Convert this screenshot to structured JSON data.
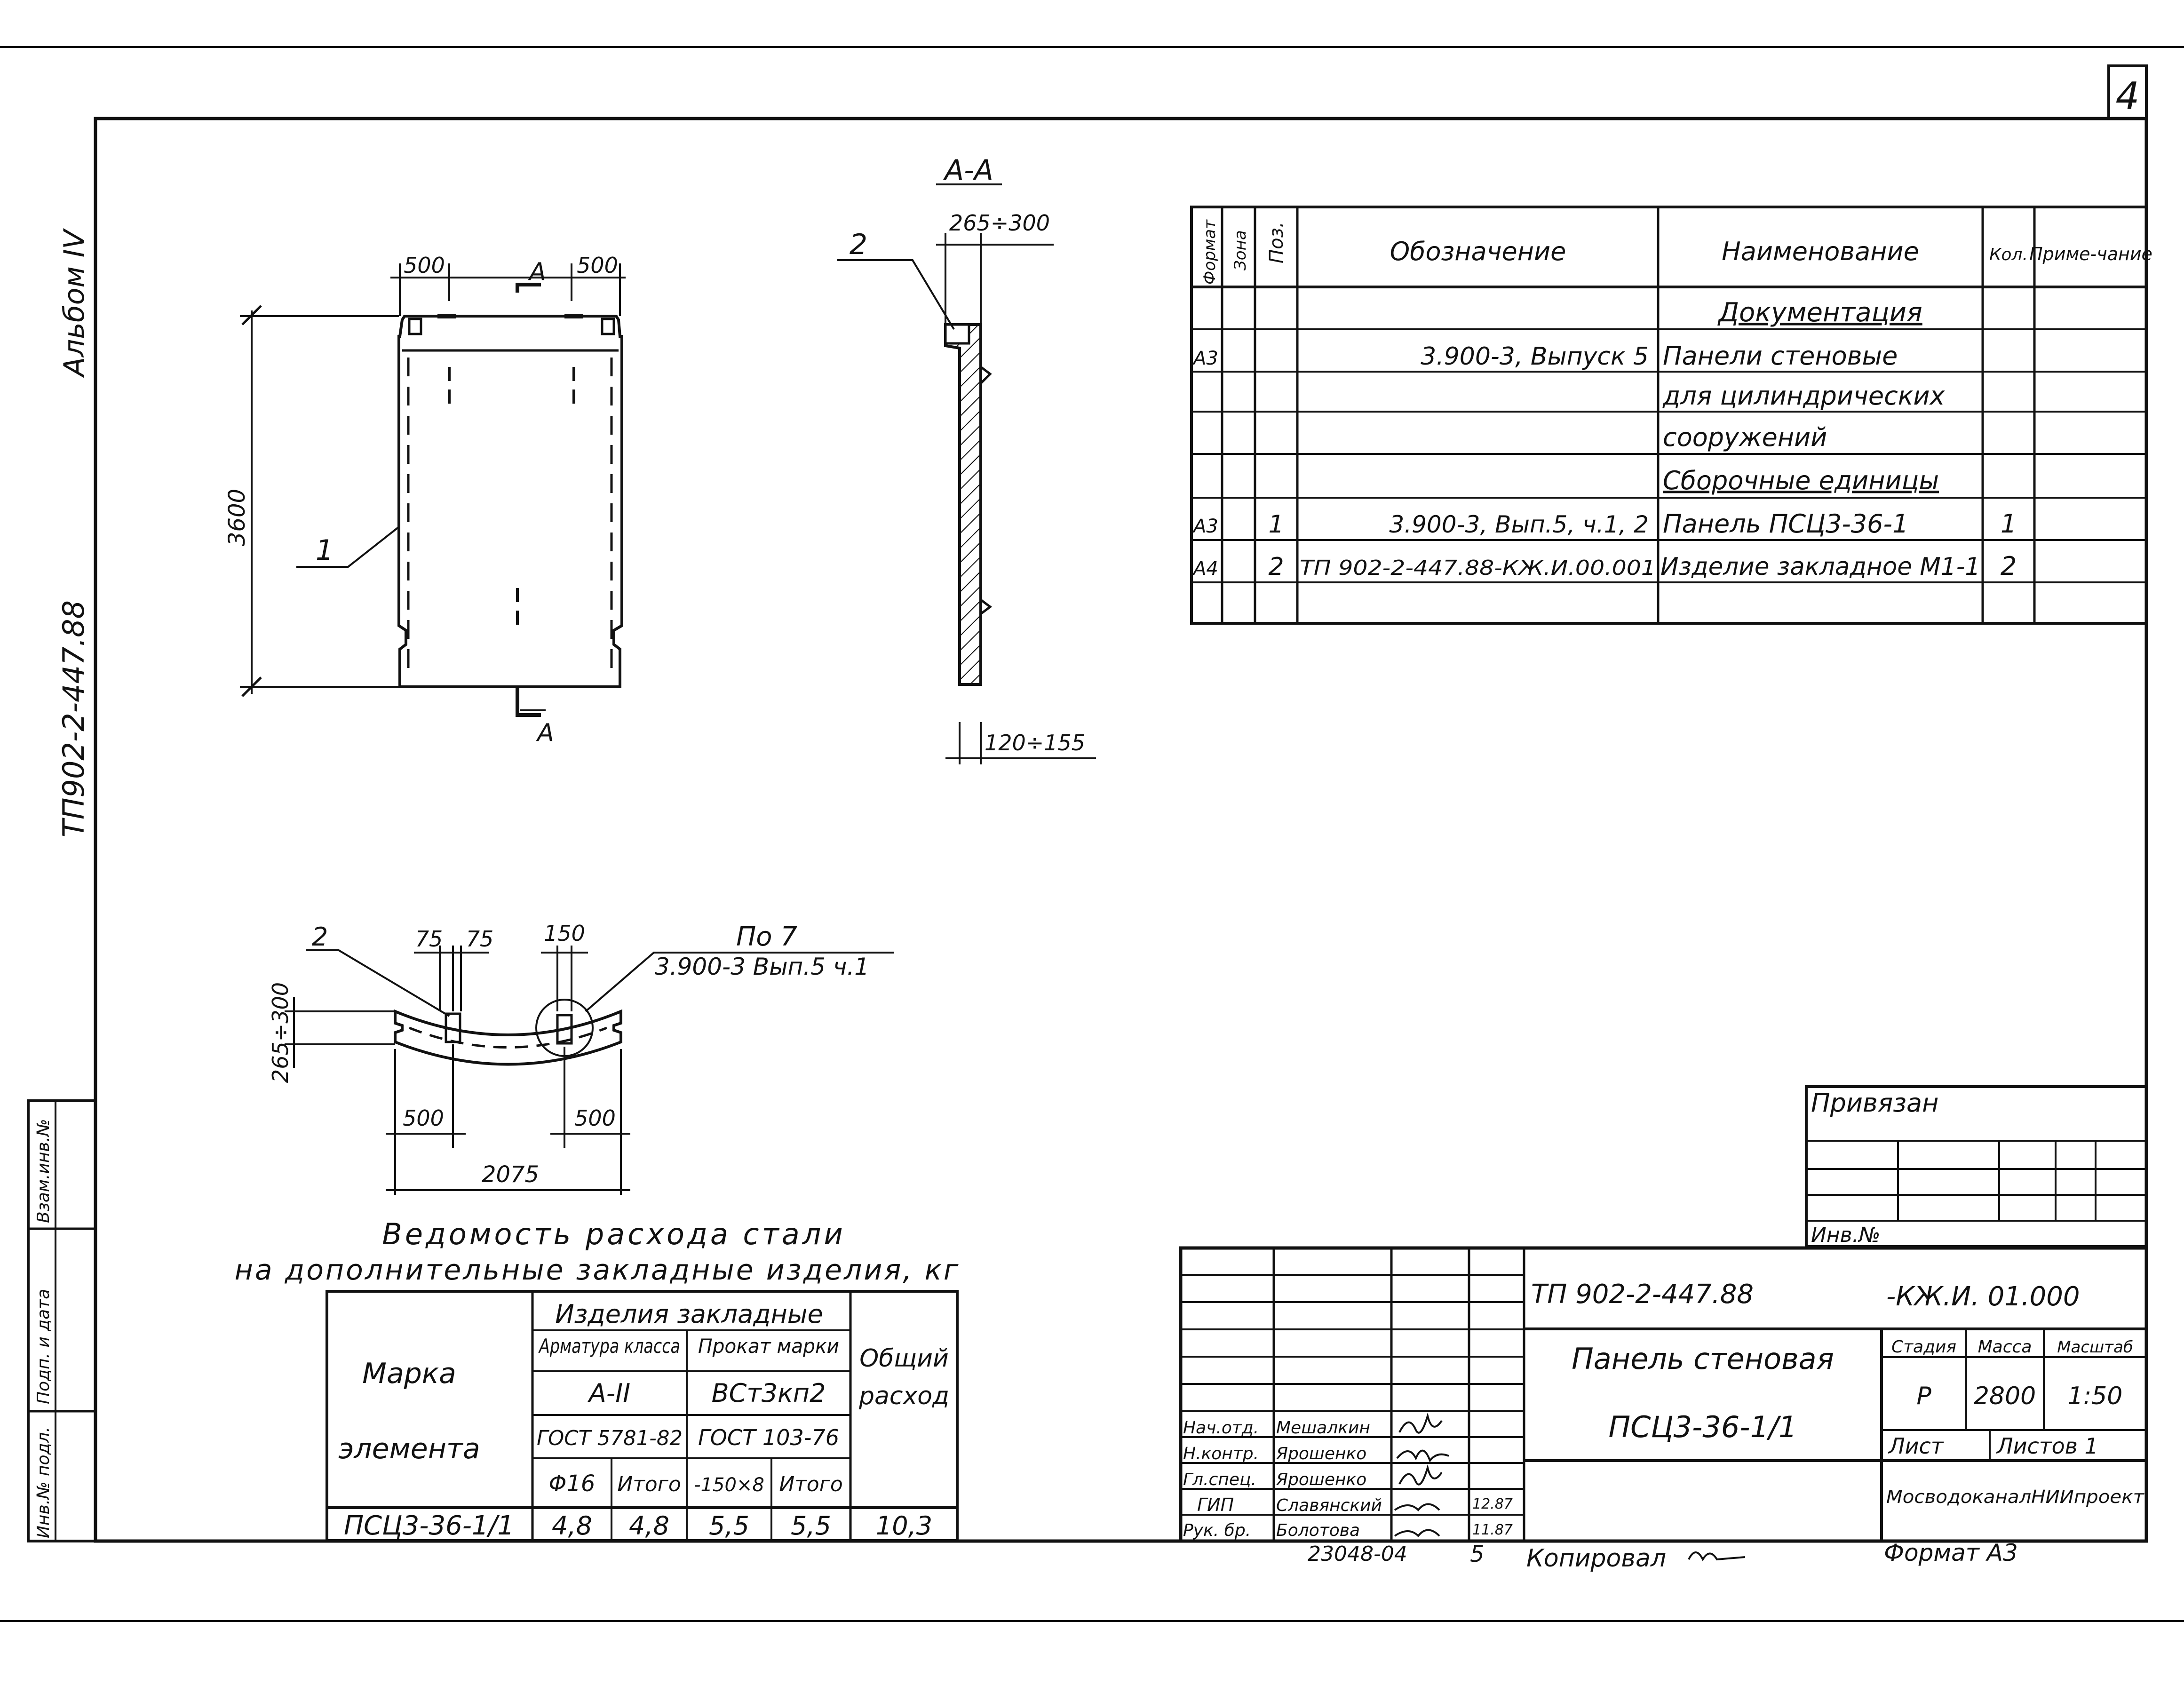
{
  "sheet_number": "4",
  "margin": {
    "album": "Альбом IV",
    "project_code": "ТП902-2-447.88",
    "stamp_cells": [
      "Взам.инв.№",
      "Подп. и дата",
      "Инв.№ подл."
    ]
  },
  "section_title": "А-А",
  "front_view": {
    "dim_left": "500",
    "dim_right": "500",
    "cut_label_top": "А",
    "cut_label_bottom": "А",
    "height": "3600",
    "leader_1": "1"
  },
  "section_view": {
    "dim_top": "265÷300",
    "dim_bottom": "120÷155",
    "leader_2": "2"
  },
  "plan_view": {
    "leader_2": "2",
    "dim_75a": "75",
    "dim_75b": "75",
    "dim_150": "150",
    "ref_1": "По 7",
    "ref_2": "3.900-3 Вып.5 ч.1",
    "dim_vertical": "265÷300",
    "dim_500_left": "500",
    "dim_500_right": "500",
    "dim_total": "2075"
  },
  "spec_table": {
    "headers": {
      "format": "Формат",
      "zone": "Зона",
      "pos": "Поз.",
      "designation": "Обозначение",
      "name": "Наименование",
      "qty": "Кол.",
      "note": "Приме-чание"
    },
    "rows": [
      {
        "format": "",
        "pos": "",
        "designation": "",
        "name": "Документация",
        "qty": "",
        "heading": true
      },
      {
        "format": "А3",
        "pos": "",
        "designation": "3.900-3, Выпуск 5",
        "name": "Панели стеновые",
        "qty": ""
      },
      {
        "format": "",
        "pos": "",
        "designation": "",
        "name": "для цилиндрических",
        "qty": ""
      },
      {
        "format": "",
        "pos": "",
        "designation": "",
        "name": "сооружений",
        "qty": ""
      },
      {
        "format": "",
        "pos": "",
        "designation": "",
        "name": "Сборочные единицы",
        "qty": "",
        "heading": true
      },
      {
        "format": "А3",
        "pos": "1",
        "designation": "3.900-3, Вып.5, ч.1, 2",
        "name": "Панель ПСЦ3-36-1",
        "qty": "1"
      },
      {
        "format": "А4",
        "pos": "2",
        "designation": "ТП 902-2-447.88-КЖ.И.00.001",
        "name": "Изделие закладное М1-1",
        "qty": "2"
      },
      {
        "format": "",
        "pos": "",
        "designation": "",
        "name": "",
        "qty": ""
      }
    ]
  },
  "steel_table": {
    "title_line1": "Ведомость расхода стали",
    "title_line2": "на дополнительные закладные изделия, кг",
    "mark_label_1": "Марка",
    "mark_label_2": "элемента",
    "group_label": "Изделия закладные",
    "sub1": "Арматура класса",
    "sub2": "Прокат марки",
    "total_label_1": "Общий",
    "total_label_2": "расход",
    "class1": "А-II",
    "class2": "ВСт3кп2",
    "gost1": "ГОСТ 5781-82",
    "gost2": "ГОСТ 103-76",
    "col_phi": "Φ16",
    "col_total1": "Итого",
    "col_strip": "-150×8",
    "col_total2": "Итого",
    "row": {
      "mark": "ПСЦ3-36-1/1",
      "phi": "4,8",
      "total1": "4,8",
      "strip": "5,5",
      "total2": "5,5",
      "sum": "10,3"
    }
  },
  "binding_block": {
    "label": "Привязан",
    "inv_label": "Инв.№"
  },
  "title_block": {
    "code": "ТП 902-2-447.88",
    "doc": "-КЖ.И. 01.000",
    "name_1": "Панель стеновая",
    "name_2": "ПСЦ3-36-1/1",
    "stage_label": "Стадия",
    "mass_label": "Масса",
    "scale_label": "Масштаб",
    "stage": "Р",
    "mass": "2800",
    "scale": "1:50",
    "sheet_label": "Лист",
    "sheets_label": "Листов 1",
    "org": "МосводоканалНИИпроект",
    "roles": [
      {
        "role": "Нач.отд.",
        "name": "Мешалкин"
      },
      {
        "role": "Н.контр.",
        "name": "Ярошенко"
      },
      {
        "role": "Гл.спец.",
        "name": "Ярошенко"
      },
      {
        "role": "ГИП",
        "name": "Славянский"
      },
      {
        "role": "Рук. бр.",
        "name": "Болотова"
      }
    ],
    "date_1": "12.87",
    "date_2": "11.87"
  },
  "footer": {
    "archive_no": "23048-04",
    "page_mark": "5",
    "copied_label": "Копировал",
    "format_label": "Формат А3"
  }
}
